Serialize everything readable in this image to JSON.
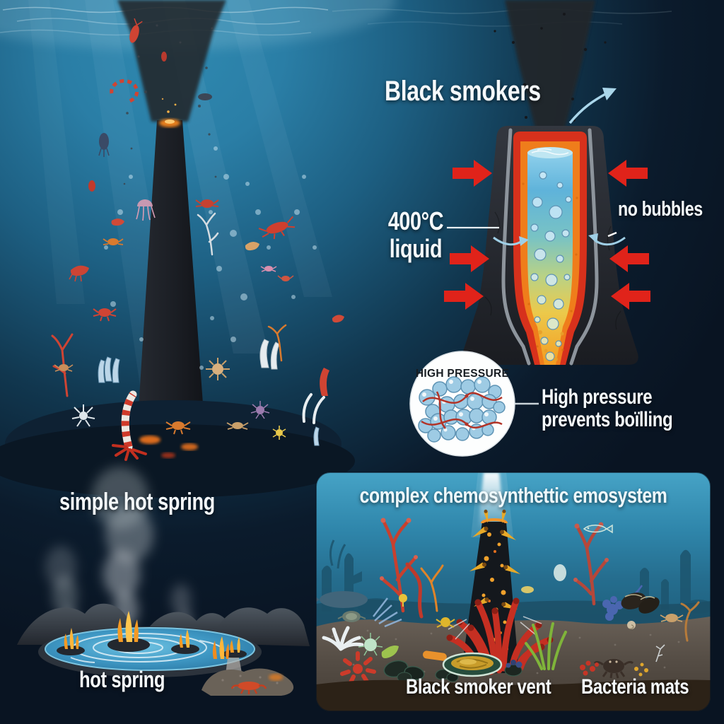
{
  "panels": {
    "black_smokers": {
      "title": "Black smokers",
      "temp_label_line1": "400°C",
      "temp_label_line2": "liquid",
      "no_bubbles_label": "no bubbles"
    },
    "high_pressure": {
      "badge_label": "HIGH PRESSURE",
      "caption_line1": "High pressure",
      "caption_line2": "prevents boïlling"
    },
    "hot_spring": {
      "title": "simple hot spring",
      "label": "hot spring"
    },
    "ecosystem": {
      "title": "complex chemosynthettic emosystem",
      "label_left": "Black smoker vent",
      "label_right": "Bacteria mats"
    }
  },
  "colors": {
    "arrow_red": "#e0231a",
    "ocean_light": "#2f89b0",
    "ocean_dark": "#0b1b2c",
    "vent_rock": "#24272e",
    "hot_layer_red": "#d7311c",
    "hot_layer_orange": "#ef7d1b",
    "liquid_top_blue": "#5fb3da",
    "liquid_bottom_yellow": "#f5ae2e",
    "bubble_blue": "#9ecbe4",
    "panel_teal": "#2f86ab",
    "flame_orange": "#f59a23",
    "smoke_gray": "#b9c0c5"
  }
}
